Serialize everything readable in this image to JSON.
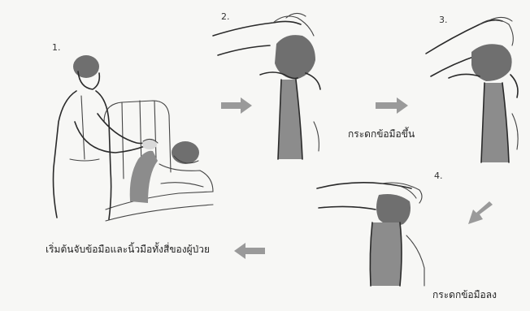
{
  "steps": [
    {
      "number": "1."
    },
    {
      "number": "2."
    },
    {
      "number": "3."
    },
    {
      "number": "4."
    }
  ],
  "captions": {
    "step1": "เริ่มต้นจับข้อมือและนิ้วมือทั้งสี่ของผู้ป่วย",
    "step2": "กระดกข้อมือขึ้น",
    "step4": "กระดกข้อมือลง"
  }
}
